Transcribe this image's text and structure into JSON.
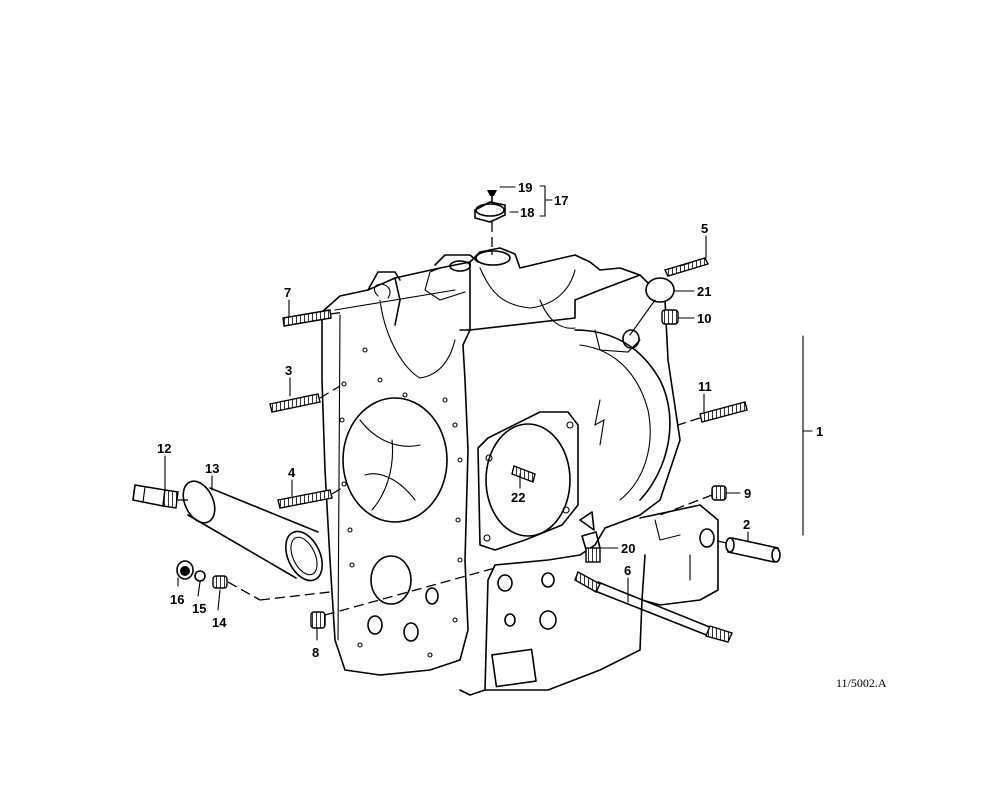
{
  "diagram": {
    "drawing_code": "11/5002.A",
    "callouts": [
      {
        "id": "c1",
        "text": "1"
      },
      {
        "id": "c2",
        "text": "2"
      },
      {
        "id": "c3",
        "text": "3"
      },
      {
        "id": "c4",
        "text": "4"
      },
      {
        "id": "c5",
        "text": "5"
      },
      {
        "id": "c6",
        "text": "6"
      },
      {
        "id": "c7",
        "text": "7"
      },
      {
        "id": "c8",
        "text": "8"
      },
      {
        "id": "c9",
        "text": "9"
      },
      {
        "id": "c10",
        "text": "10"
      },
      {
        "id": "c11",
        "text": "11"
      },
      {
        "id": "c12",
        "text": "12"
      },
      {
        "id": "c13",
        "text": "13"
      },
      {
        "id": "c14",
        "text": "14"
      },
      {
        "id": "c15",
        "text": "15"
      },
      {
        "id": "c16",
        "text": "16"
      },
      {
        "id": "c17",
        "text": "17"
      },
      {
        "id": "c18",
        "text": "18"
      },
      {
        "id": "c19",
        "text": "19"
      },
      {
        "id": "c20",
        "text": "20"
      },
      {
        "id": "c21",
        "text": "21"
      },
      {
        "id": "c22",
        "text": "22"
      }
    ]
  }
}
